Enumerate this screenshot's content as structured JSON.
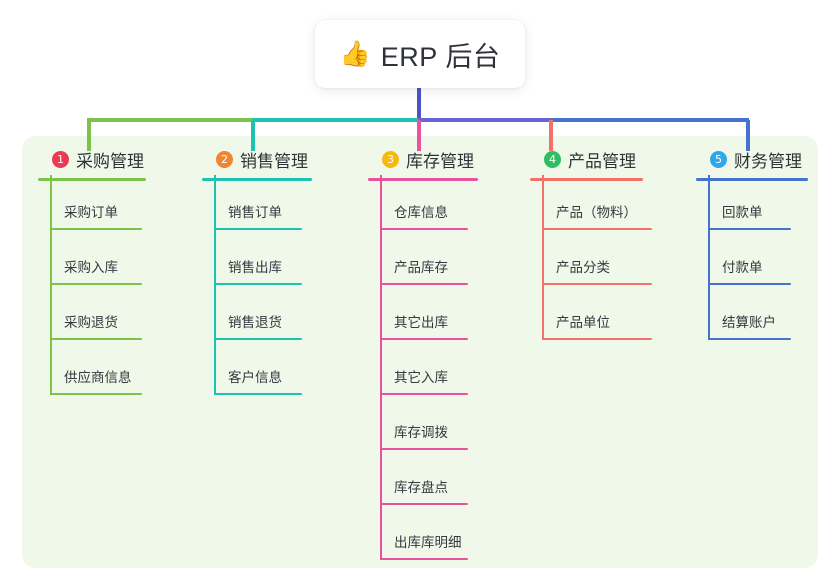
{
  "diagram": {
    "type": "mindmap-tree",
    "root": {
      "icon": "thumbs-up-icon",
      "icon_glyph": "👍",
      "label": "ERP 后台"
    },
    "panel_color": "#eff8e9",
    "branches": [
      {
        "index": "1",
        "badge_glyph": "1",
        "badge_color": "#ec3a52",
        "line_color": "#7dc24b",
        "title": "采购管理",
        "items": [
          "采购订单",
          "采购入库",
          "采购退货",
          "供应商信息"
        ]
      },
      {
        "index": "2",
        "badge_glyph": "2",
        "badge_color": "#f08632",
        "line_color": "#1fc2b0",
        "title": "销售管理",
        "items": [
          "销售订单",
          "销售出库",
          "销售退货",
          "客户信息"
        ]
      },
      {
        "index": "3",
        "badge_glyph": "3",
        "badge_color": "#f5b914",
        "line_color": "#e8539f",
        "title": "库存管理",
        "items": [
          "仓库信息",
          "产品库存",
          "其它出库",
          "其它入库",
          "库存调拨",
          "库存盘点",
          "出库库明细"
        ]
      },
      {
        "index": "4",
        "badge_glyph": "4",
        "badge_color": "#2fbf60",
        "line_color": "#f4706b",
        "title": "产品管理",
        "items": [
          "产品（物料）",
          "产品分类",
          "产品单位"
        ]
      },
      {
        "index": "5",
        "badge_glyph": "5",
        "badge_color": "#2fa7e8",
        "line_color": "#4472cd",
        "title": "财务管理",
        "items": [
          "回款单",
          "付款单",
          "结算账户"
        ]
      }
    ],
    "trunk": {
      "stem_color": "#4a52c4",
      "bar_segments": [
        {
          "color": "#7dc24b",
          "from": 88,
          "to": 252
        },
        {
          "color": "#1fc2b0",
          "from": 252,
          "to": 418
        },
        {
          "color": "#6b62d6",
          "from": 418,
          "to": 550
        },
        {
          "color": "#4472cd",
          "from": 550,
          "to": 748
        }
      ]
    }
  }
}
